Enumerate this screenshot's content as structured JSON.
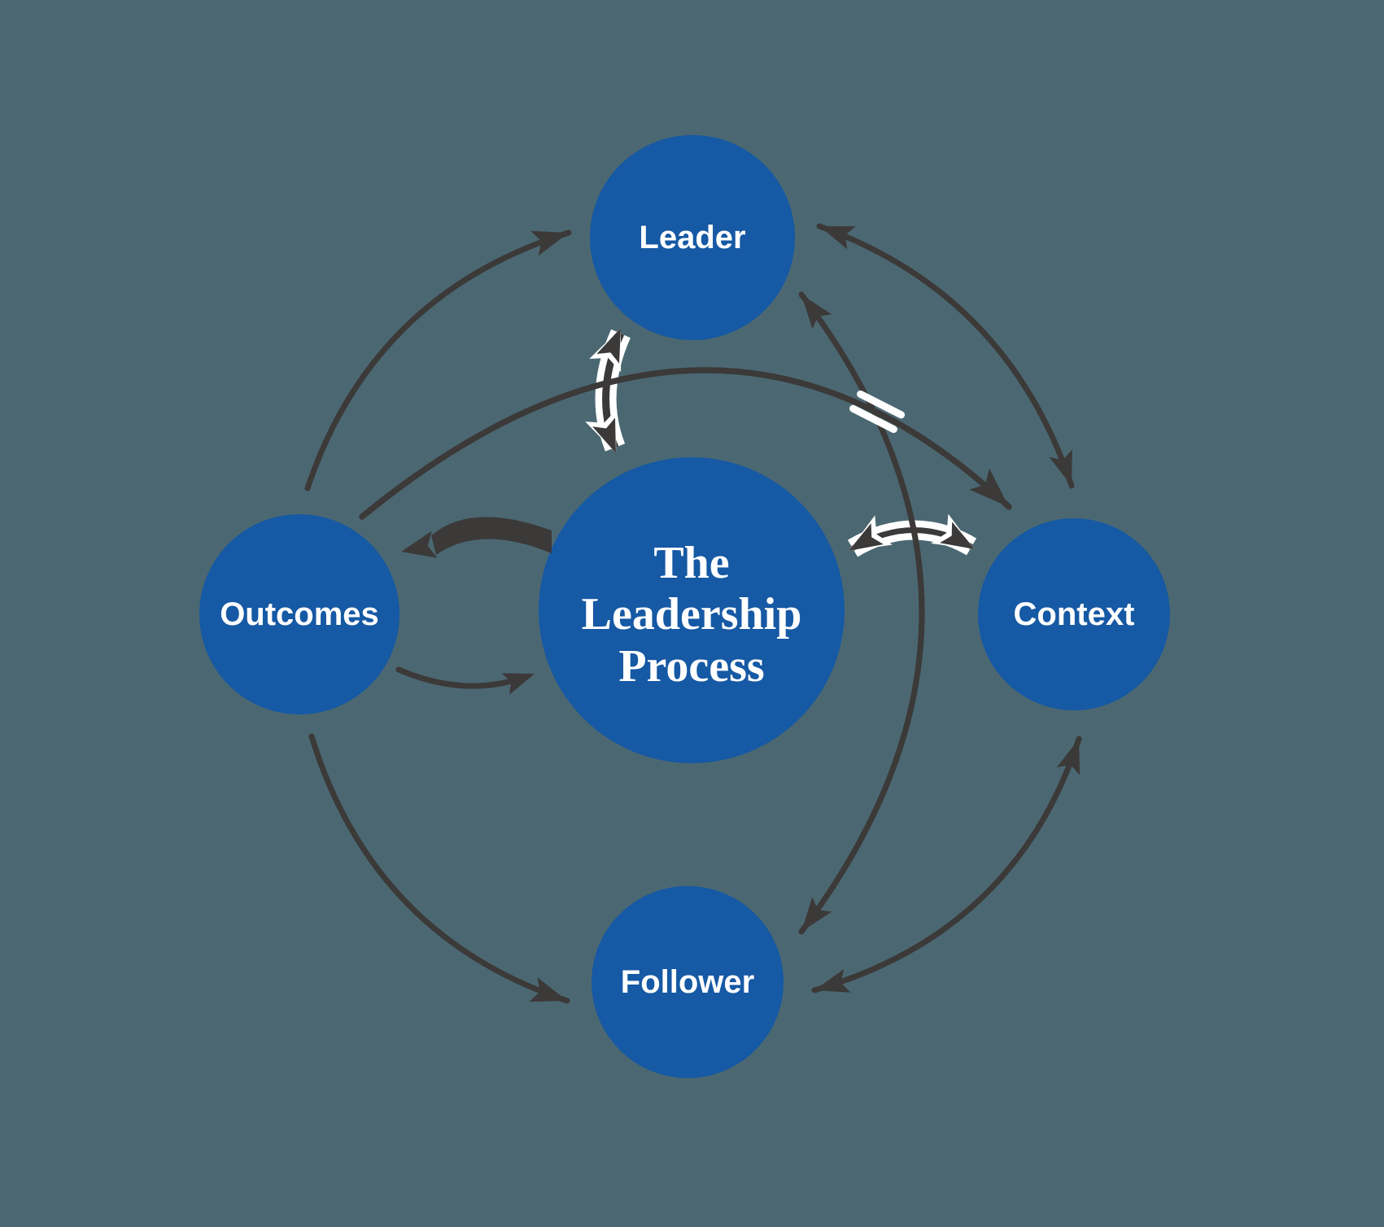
{
  "diagram": {
    "title": "The Leadership Process",
    "background_color": "#4b6872",
    "node_fill_color": "#1659a4",
    "arrow_color": "#3c3939",
    "ribbon_casing_color": "#ffffff",
    "label_color": "#ffffff",
    "center_node": {
      "id": "process",
      "lines": [
        "The",
        "Leadership",
        "Process"
      ]
    },
    "nodes": [
      {
        "id": "leader",
        "label": "Leader"
      },
      {
        "id": "context",
        "label": "Context"
      },
      {
        "id": "follower",
        "label": "Follower"
      },
      {
        "id": "outcomes",
        "label": "Outcomes"
      }
    ],
    "relationships": [
      {
        "id": "outcomes-leader",
        "from": "Outcomes",
        "to": "Leader",
        "bidirectional": false,
        "style": "curved-arrow"
      },
      {
        "id": "leader-context",
        "from": "Leader",
        "to": "Context",
        "bidirectional": true,
        "style": "curved-arrow"
      },
      {
        "id": "context-follower",
        "from": "Context",
        "to": "Follower",
        "bidirectional": true,
        "style": "curved-arrow"
      },
      {
        "id": "outcomes-follower",
        "from": "Outcomes",
        "to": "Follower",
        "bidirectional": false,
        "style": "curved-arrow"
      },
      {
        "id": "leader-follower",
        "from": "Leader",
        "to": "Follower",
        "bidirectional": true,
        "style": "curved-arrow"
      },
      {
        "id": "outcomes-context",
        "from": "Outcomes",
        "to": "Context",
        "bidirectional": false,
        "style": "curved-arrow",
        "crosses_over": "leader-follower"
      },
      {
        "id": "process-leader",
        "from": "The Leadership Process",
        "to": "Leader",
        "bidirectional": true,
        "style": "white-ribbon-arrow"
      },
      {
        "id": "process-context",
        "from": "The Leadership Process",
        "to": "Context",
        "bidirectional": true,
        "style": "white-ribbon-arrow"
      },
      {
        "id": "process-outcomes",
        "from": "The Leadership Process",
        "to": "Outcomes",
        "bidirectional": false,
        "style": "thick-tapered-arrow"
      },
      {
        "id": "outcomes-process",
        "from": "Outcomes",
        "to": "The Leadership Process",
        "bidirectional": false,
        "style": "thin-curved-arrow"
      }
    ]
  }
}
